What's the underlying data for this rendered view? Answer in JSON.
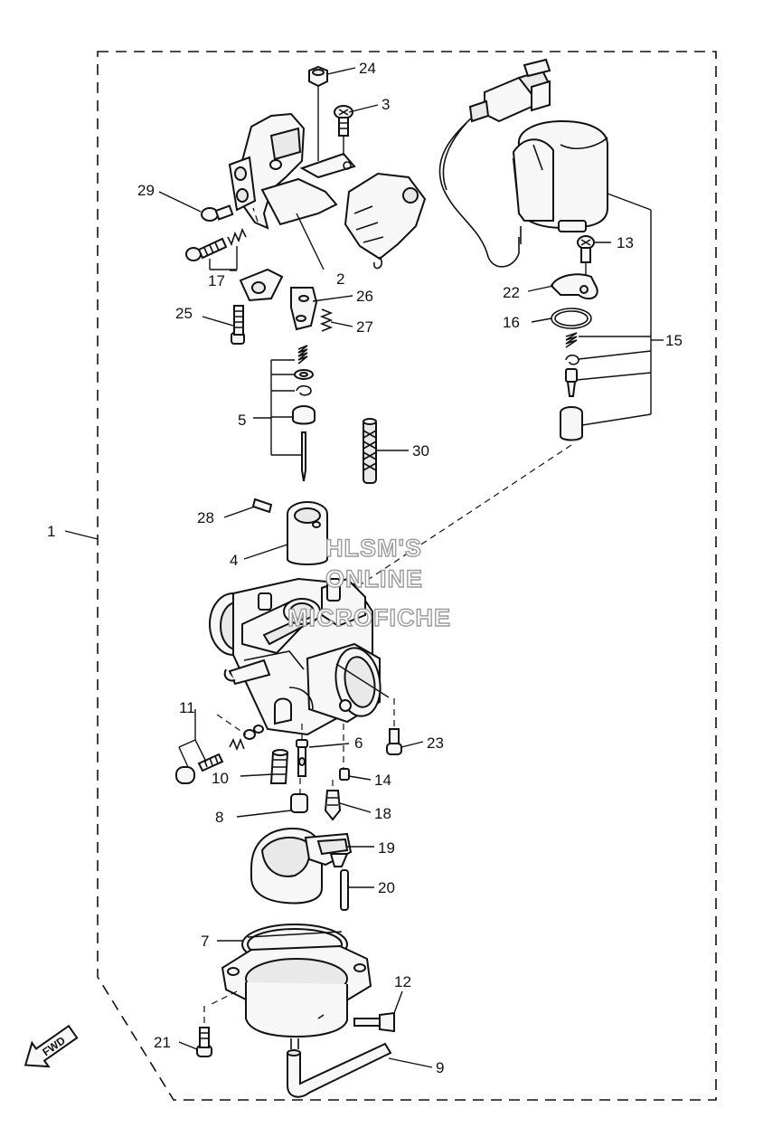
{
  "diagram": {
    "watermark": [
      "HLSM'S",
      "ONLINE",
      "MICROFICHE"
    ],
    "direction_label": "FWD",
    "callouts": {
      "p1": "1",
      "p2": "2",
      "p3": "3",
      "p4": "4",
      "p5": "5",
      "p6": "6",
      "p7": "7",
      "p8": "8",
      "p9": "9",
      "p10": "10",
      "p11": "11",
      "p12": "12",
      "p13": "13",
      "p14": "14",
      "p15": "15",
      "p16": "16",
      "p17": "17",
      "p18": "18",
      "p19": "19",
      "p20": "20",
      "p21": "21",
      "p22": "22",
      "p23": "23",
      "p24": "24",
      "p25": "25",
      "p26": "26",
      "p27": "27",
      "p28": "28",
      "p29": "29",
      "p30": "30"
    }
  }
}
